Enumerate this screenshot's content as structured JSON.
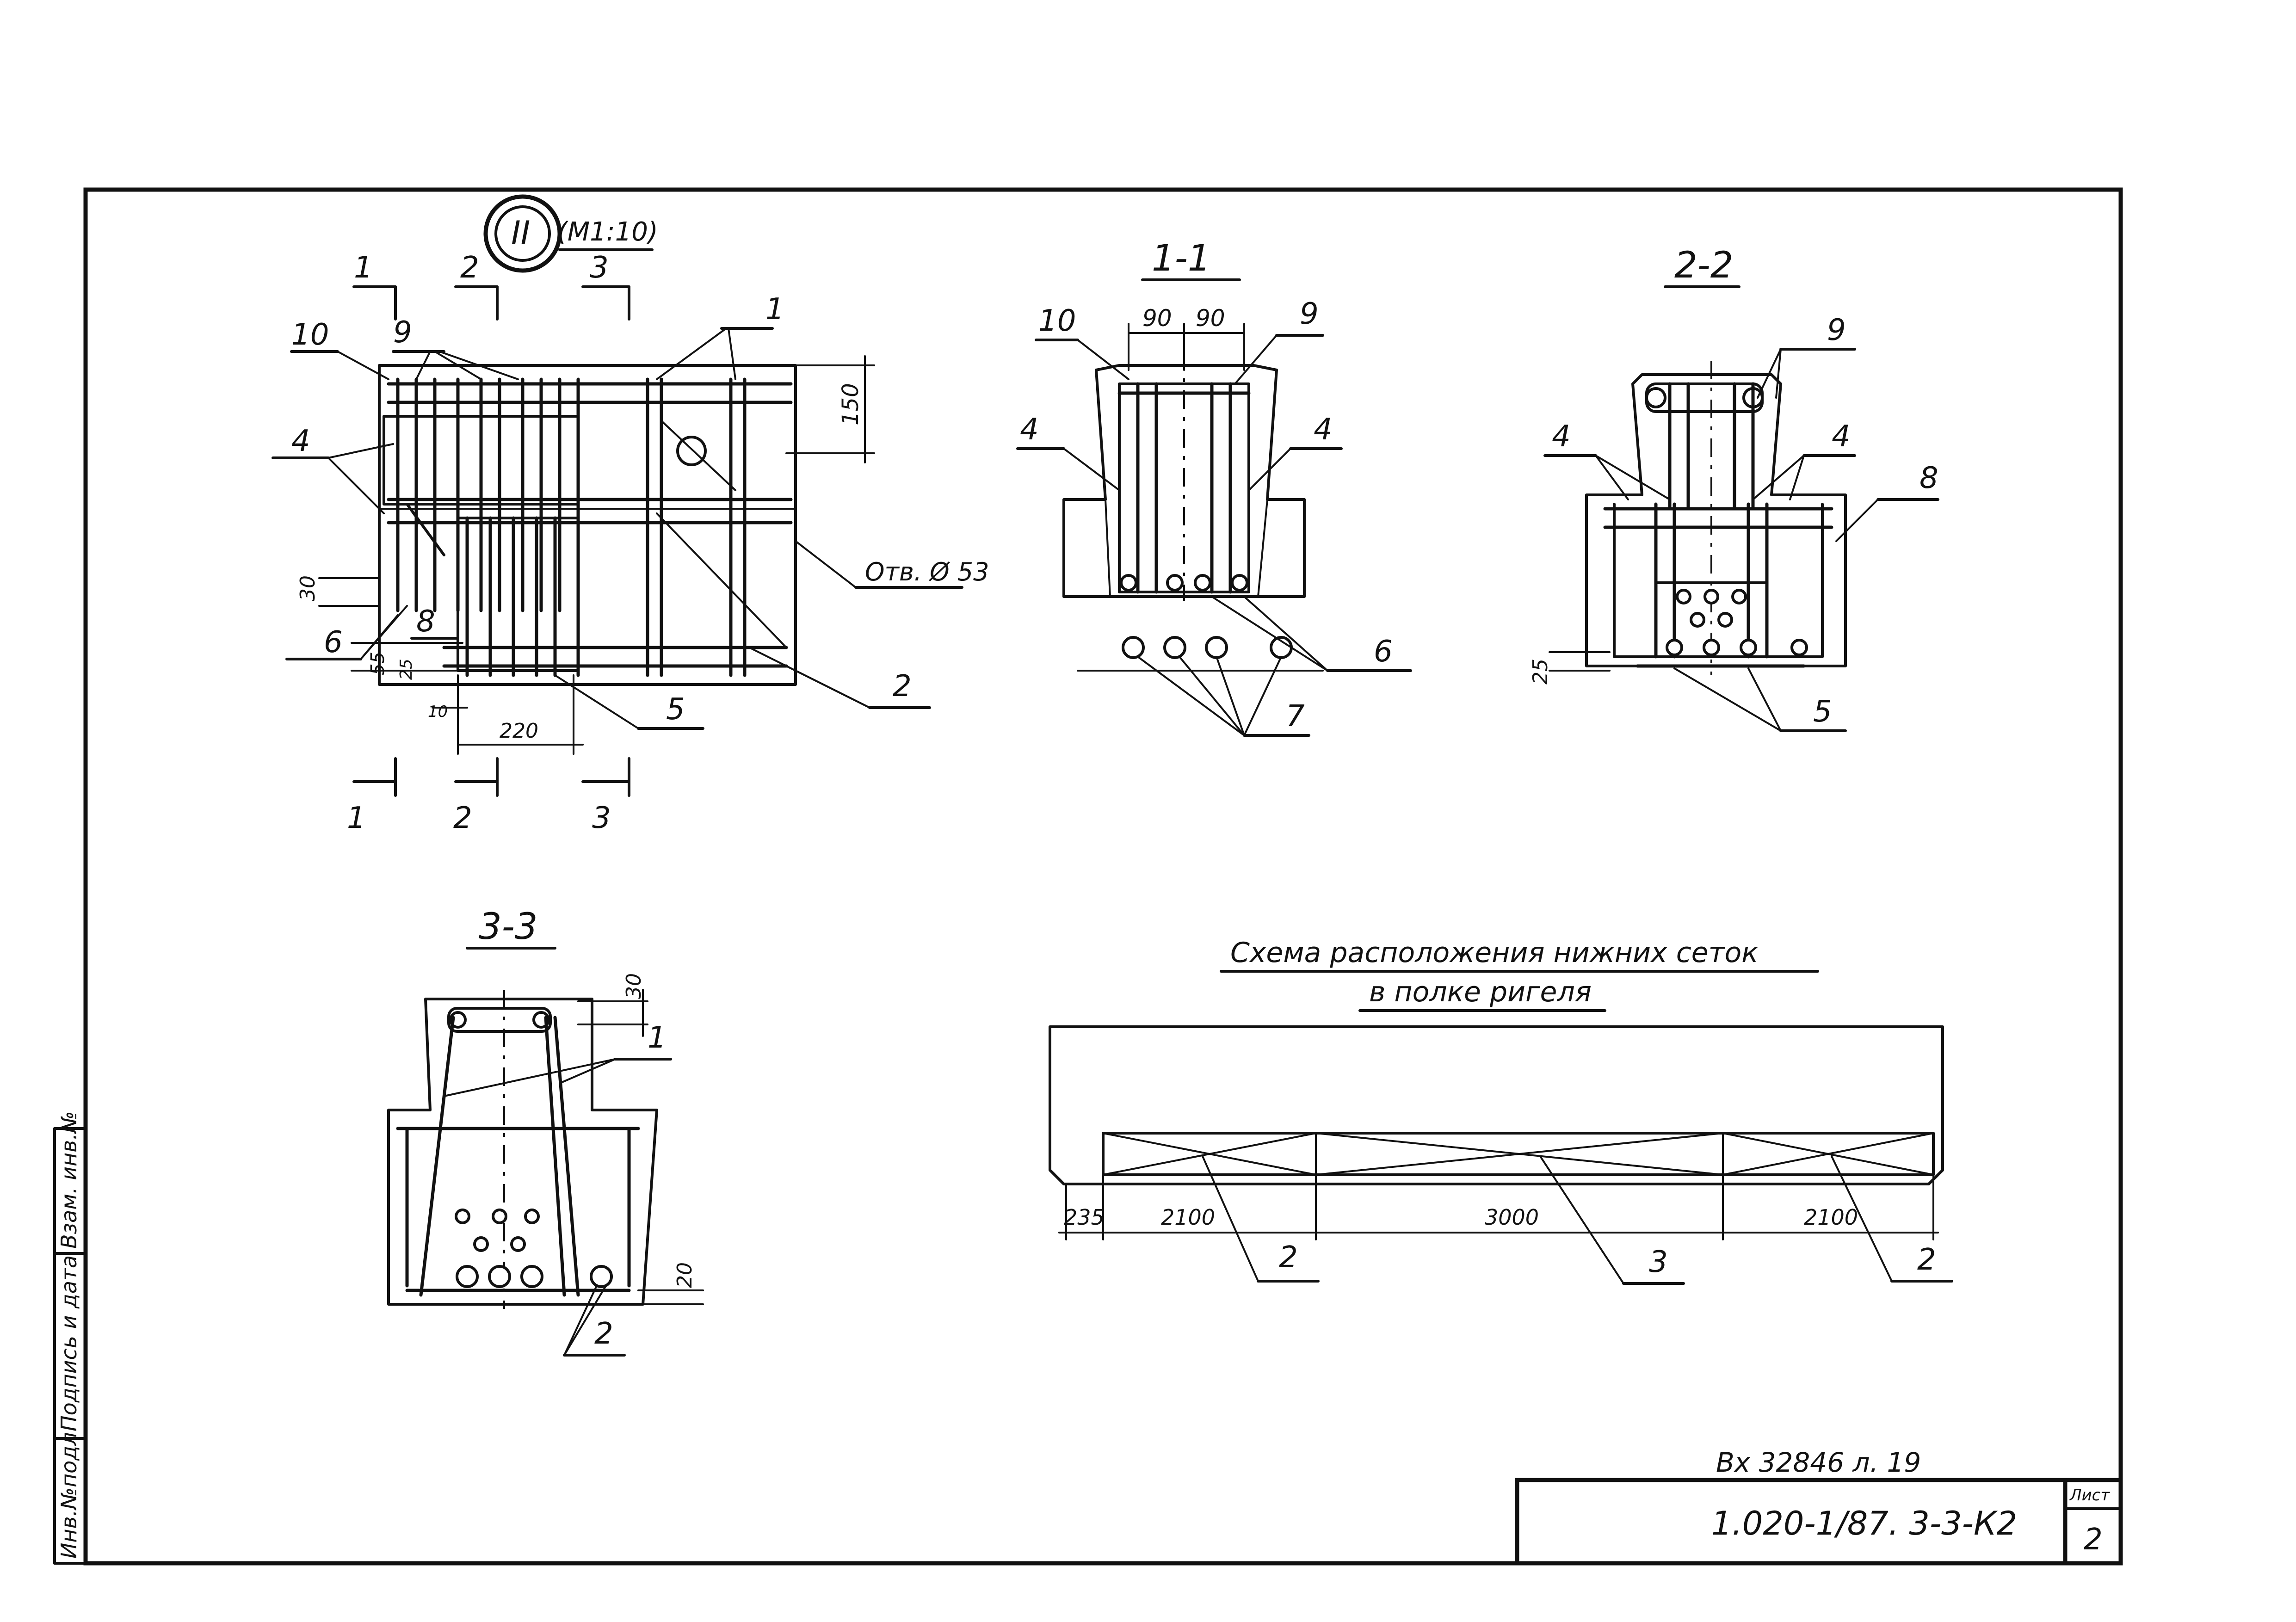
{
  "detail_marker": {
    "numeral": "II",
    "scale": "(М1:10)"
  },
  "detail_view": {
    "section_marks": [
      "1",
      "2",
      "3"
    ],
    "bottom_section_marks": [
      "1",
      "2",
      "3"
    ],
    "callouts": [
      "10",
      "9",
      "1",
      "4",
      "2",
      "6",
      "8",
      "5"
    ],
    "dims": {
      "d150": "150",
      "d30": "30",
      "d55": "55",
      "d25": "25",
      "d10": "10",
      "d220": "220"
    },
    "hole_label": "Отв. Ø 53"
  },
  "section_1_1": {
    "title": "1-1",
    "callouts": {
      "c10": "10",
      "c9": "9",
      "c4l": "4",
      "c4r": "4",
      "c6": "6",
      "c7": "7"
    },
    "dims": {
      "d90a": "90",
      "d90b": "90"
    }
  },
  "section_2_2": {
    "title": "2-2",
    "callouts": {
      "c9": "9",
      "c4l": "4",
      "c4r": "4",
      "c8": "8",
      "c5": "5"
    },
    "dims": {
      "d25": "25"
    }
  },
  "section_3_3": {
    "title": "3-3",
    "callouts": {
      "c1": "1",
      "c2": "2"
    },
    "dims": {
      "d30": "30",
      "d20": "20"
    }
  },
  "mesh_scheme": {
    "title_line1": "Схема расположения нижних сеток",
    "title_line2": "в полке ригеля",
    "dims": [
      "235",
      "2100",
      "3000",
      "2100"
    ],
    "callouts": [
      "2",
      "3",
      "2"
    ]
  },
  "side_stamp": [
    "Инв.№подл.",
    "Подпись и дата",
    "Взам. инв.№"
  ],
  "title_block": {
    "note": "Вх 32846 л. 19",
    "code": "1.020-1/87. 3-3-К2",
    "sheet_label": "Лист",
    "sheet_no": "2"
  }
}
